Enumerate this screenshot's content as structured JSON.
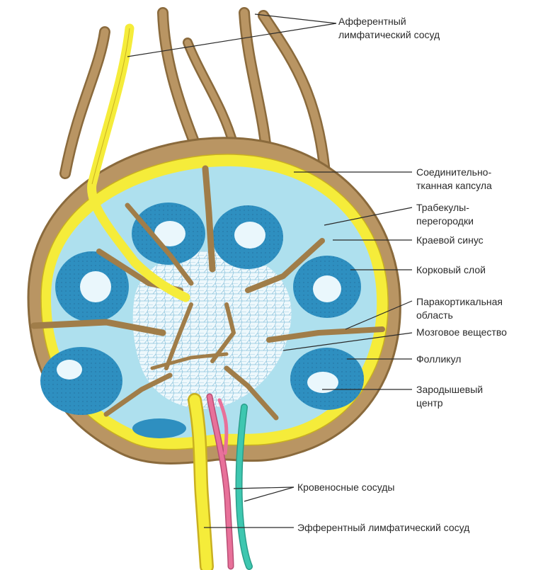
{
  "labels": {
    "afferent": [
      "Афферентный",
      "лимфатический сосуд"
    ],
    "capsule": [
      "Соединительно-",
      "тканная капсула"
    ],
    "trabeculae": [
      "Трабекулы-",
      "перегородки"
    ],
    "marginal_sinus": "Краевой синус",
    "cortex": "Корковый слой",
    "paracortex": [
      "Паракортикальная",
      "область"
    ],
    "medulla": "Мозговое вещество",
    "follicle": "Фолликул",
    "germinal_center": [
      "Зародышевый",
      "центр"
    ],
    "blood_vessels": "Кровеносные сосуды",
    "efferent": "Эфферентный лимфатический сосуд"
  },
  "colors": {
    "capsule": "#b99563",
    "capsule_outline": "#8a6a3c",
    "lymph_vessel": "#f5ec3a",
    "follicle_outer": "#8fd3e8",
    "follicle_inner": "#2e8fc0",
    "germinal_center": "#eaf7fc",
    "medulla": "#eef8fc",
    "artery": "#e8719a",
    "vein": "#3ec7b0"
  }
}
